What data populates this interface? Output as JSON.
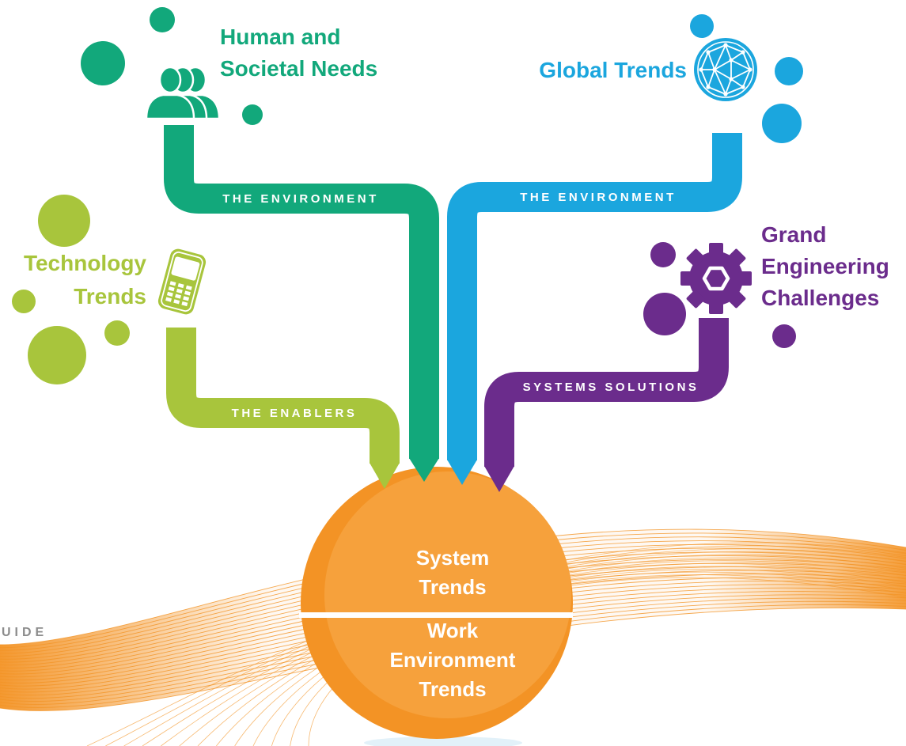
{
  "diagram": {
    "colors": {
      "human": "#12a87b",
      "global": "#1ba6de",
      "technology": "#a8c53c",
      "grand": "#6b2c8c",
      "center": "#f39325",
      "center_inner": "#f6a13c",
      "side_text": "#8c8c8c",
      "wave": "#f39325"
    },
    "nodes": {
      "human": {
        "lines": [
          "Human and",
          "Societal Needs"
        ],
        "icon": "people-icon"
      },
      "global": {
        "lines": [
          "Global Trends"
        ],
        "icon": "globe-network-icon"
      },
      "technology": {
        "lines": [
          "Technology",
          "Trends"
        ],
        "icon": "mobile-phone-icon"
      },
      "grand": {
        "lines": [
          "Grand",
          "Engineering",
          "Challenges"
        ],
        "icon": "gear-icon"
      }
    },
    "flows": {
      "human": "THE ENVIRONMENT",
      "global": "THE ENVIRONMENT",
      "technology": "THE ENABLERS",
      "grand": "SYSTEMS SOLUTIONS"
    },
    "center": {
      "upper": [
        "System",
        "Trends"
      ],
      "lower": [
        "Work",
        "Environment",
        "Trends"
      ]
    }
  },
  "margin_text": "UIDE"
}
